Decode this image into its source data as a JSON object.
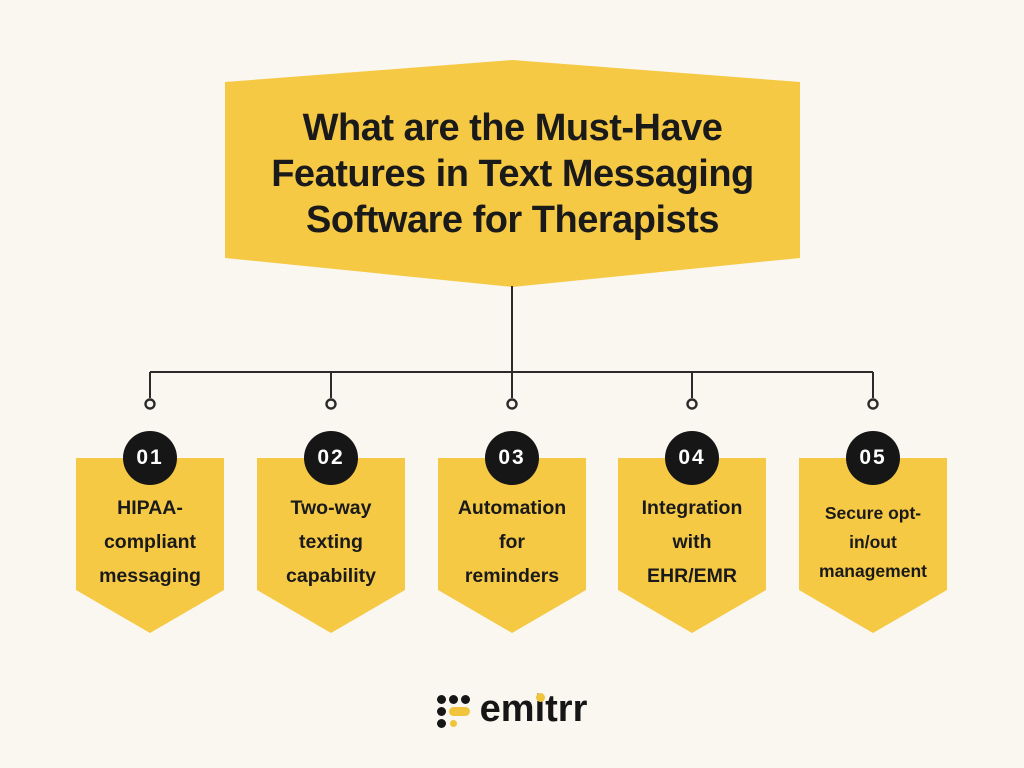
{
  "title": {
    "text": "What are the Must-Have\nFeatures in Text Messaging\nSoftware for Therapists"
  },
  "items": [
    {
      "number": "01",
      "label": "HIPAA-\ncompliant\nmessaging"
    },
    {
      "number": "02",
      "label": "Two-way\ntexting\ncapability"
    },
    {
      "number": "03",
      "label": "Automation\nfor\nreminders"
    },
    {
      "number": "04",
      "label": "Integration\nwith\nEHR/EMR"
    },
    {
      "number": "05",
      "label": "Secure opt-\nin/out\nmanagement"
    }
  ],
  "footer": {
    "brand": "emitrr",
    "logo_icon": "dot-grid-logo-icon"
  },
  "colors": {
    "background": "#FAF7F0",
    "banner_yellow": "#F6C945",
    "circle_dark": "#161616",
    "text_dark": "#1A1A1A",
    "line": "#2B2B2B",
    "number_text": "#FFFFFF",
    "logo_yellow": "#F0C43C"
  }
}
